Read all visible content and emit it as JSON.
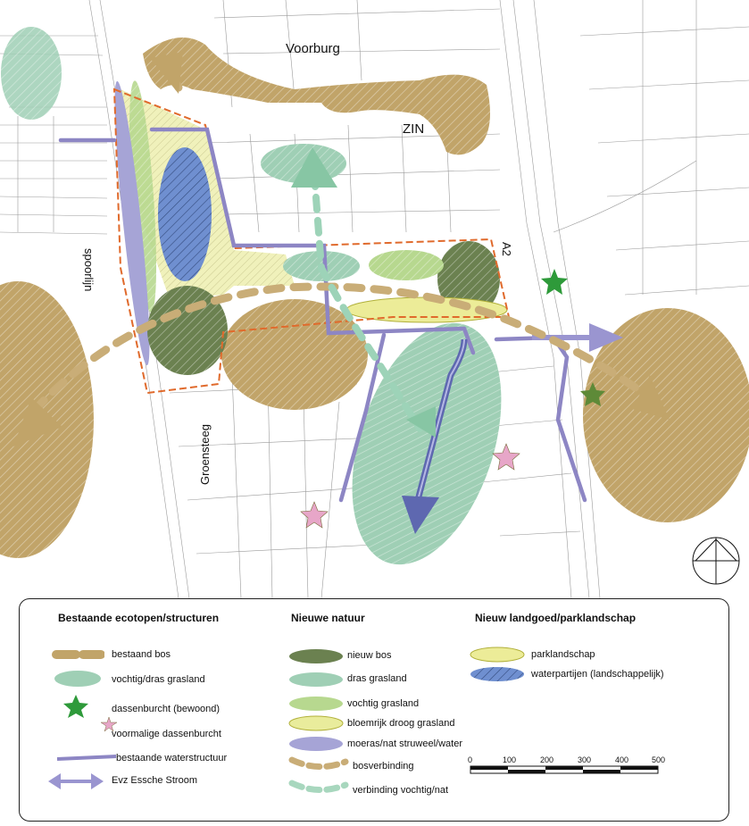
{
  "map": {
    "labels": {
      "voorburg": "Voorburg",
      "zin": "ZIN",
      "a2": "A2",
      "spoorlijn": "spoorlijn",
      "groensteeg": "Groensteeg"
    }
  },
  "legend": {
    "columns": [
      {
        "heading": "Bestaande ecotopen/structuren",
        "items": [
          {
            "label": "bestaand bos",
            "symbol": "dashed-brown-ellipse",
            "color": "#c1a469"
          },
          {
            "label": "vochtig/dras grasland",
            "symbol": "green-ellipse",
            "color": "#9fcfb5"
          },
          {
            "label": "dassenburcht (bewoond)",
            "symbol": "star",
            "color": "#2e9a3a"
          },
          {
            "label": "voormalige dassenburcht",
            "symbol": "star",
            "color": "#e7a6c8"
          },
          {
            "label": "bestaande waterstructuur",
            "symbol": "line",
            "color": "#8d86c4"
          },
          {
            "label": "Evz Essche Stroom",
            "symbol": "double-arrow",
            "color": "#9a95d0"
          }
        ]
      },
      {
        "heading": "Nieuwe natuur",
        "items": [
          {
            "label": "nieuw bos",
            "symbol": "ellipse",
            "color": "#6b8150"
          },
          {
            "label": "dras grasland",
            "symbol": "ellipse",
            "color": "#9fcfb5"
          },
          {
            "label": "vochtig grasland",
            "symbol": "ellipse",
            "color": "#b7d88f"
          },
          {
            "label": "bloemrijk droog grasland",
            "symbol": "ellipse",
            "color": "#e9ec9c"
          },
          {
            "label": "moeras/nat struweel/water",
            "symbol": "ellipse",
            "color": "#a6a4d6"
          },
          {
            "label": "bosverbinding",
            "symbol": "dashed-line",
            "color": "#c9ad77"
          },
          {
            "label": "verbinding vochtig/nat",
            "symbol": "dashed-line",
            "color": "#a8d7be"
          }
        ]
      },
      {
        "heading": "Nieuw landgoed/parklandschap",
        "items": [
          {
            "label": "parklandschap",
            "symbol": "ellipse",
            "color": "#ecec98"
          },
          {
            "label": "waterpartijen (landschappelijk)",
            "symbol": "ellipse",
            "color": "#6f8fd0"
          }
        ]
      }
    ],
    "scalebar": {
      "ticks": [
        "0",
        "100",
        "200",
        "300",
        "400",
        "500"
      ]
    }
  }
}
